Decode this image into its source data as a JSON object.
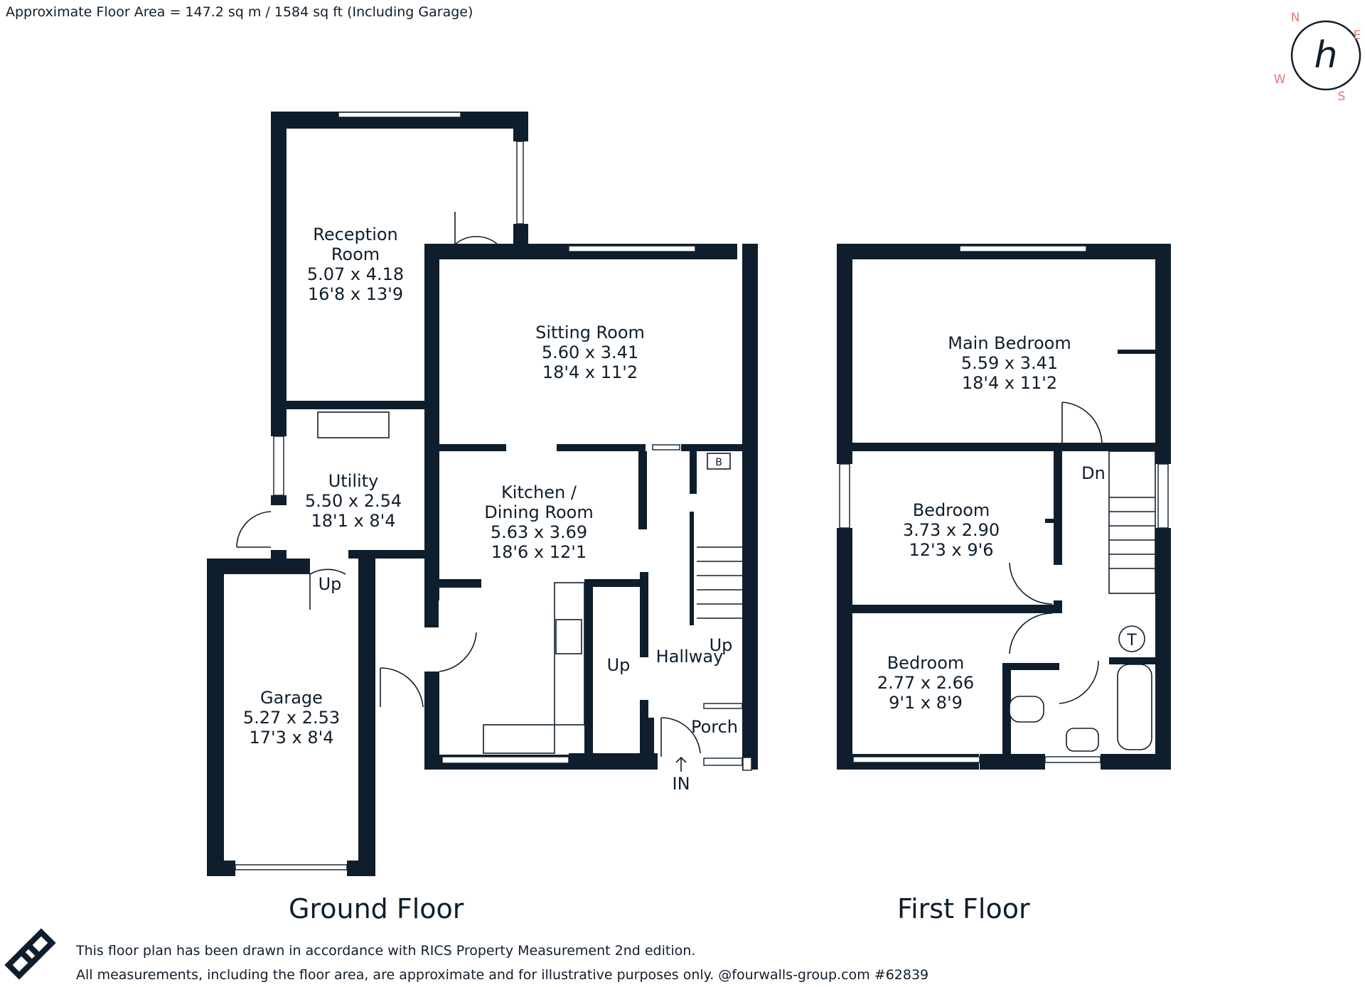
{
  "header": {
    "area_text": "Approximate Floor Area = 147.2 sq m / 1584 sq ft (Including Garage)"
  },
  "compass": {
    "n": "N",
    "e": "E",
    "s": "S",
    "w": "W",
    "logo_letter": "h",
    "accent": "#e57a73"
  },
  "ground_floor": {
    "title": "Ground Floor",
    "rooms": {
      "reception": {
        "name1": "Reception",
        "name2": "Room",
        "metric": "5.07 x 4.18",
        "imperial": "16'8 x 13'9"
      },
      "sitting": {
        "name": "Sitting Room",
        "metric": "5.60 x 3.41",
        "imperial": "18'4 x 11'2"
      },
      "kitchen": {
        "name1": "Kitchen /",
        "name2": "Dining Room",
        "metric": "5.63 x 3.69",
        "imperial": "18'6 x 12'1"
      },
      "utility": {
        "name": "Utility",
        "metric": "5.50 x 2.54",
        "imperial": "18'1 x 8'4"
      },
      "garage": {
        "name": "Garage",
        "metric": "5.27 x 2.53",
        "imperial": "17'3 x 8'4"
      }
    },
    "labels": {
      "hallway": "Hallway",
      "porch": "Porch",
      "entry": "IN",
      "up_garage": "Up",
      "up_wc": "Up",
      "up_stairs": "Up",
      "boiler": "B"
    }
  },
  "first_floor": {
    "title": "First Floor",
    "rooms": {
      "main_bedroom": {
        "name": "Main Bedroom",
        "metric": "5.59 x 3.41",
        "imperial": "18'4 x 11'2"
      },
      "bedroom2": {
        "name": "Bedroom",
        "metric": "3.73 x 2.90",
        "imperial": "12'3 x 9'6"
      },
      "bedroom3": {
        "name": "Bedroom",
        "metric": "2.77 x 2.66",
        "imperial": "9'1 x 8'9"
      }
    },
    "labels": {
      "down": "Dn",
      "tank": "T"
    }
  },
  "footer": {
    "line1": "This floor plan has been drawn in accordance with RICS Property Measurement 2nd edition.",
    "line2": "All measurements, including the floor area, are approximate and for illustrative purposes only. @fourwalls-group.com #62839"
  },
  "colors": {
    "wall": "#0f1e2c",
    "background": "#ffffff"
  }
}
